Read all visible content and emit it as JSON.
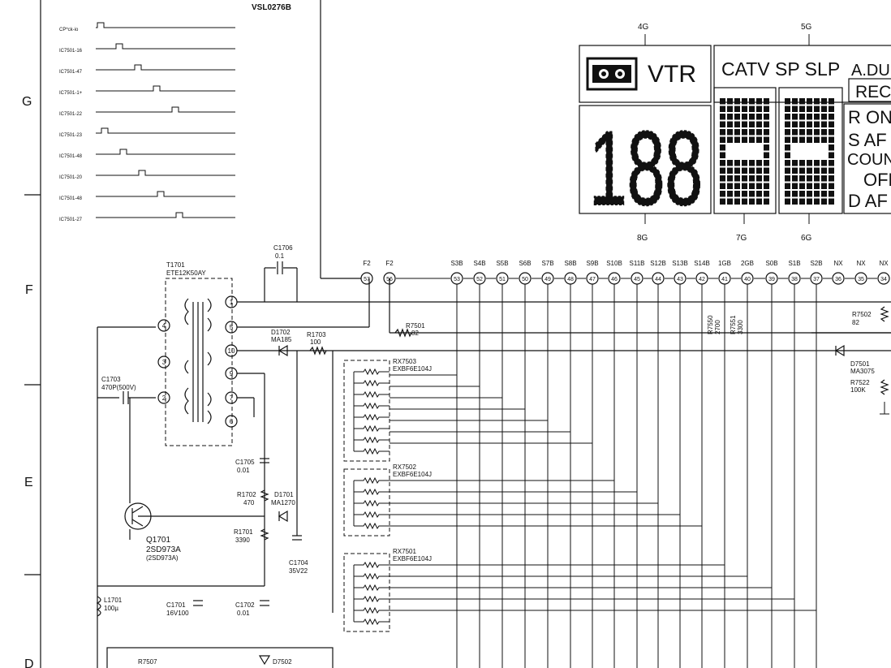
{
  "drawing_id": "VSL0276B",
  "row_markers": [
    "G",
    "F",
    "E",
    "D"
  ],
  "waveform_labels": [
    "CP*ck-io",
    "IC7501-16",
    "IC7501-47",
    "IC7501-1+",
    "IC7501-22",
    "IC7501-23",
    "IC7501-48",
    "IC7501-20",
    "IC7501-48",
    "IC7501-27"
  ],
  "fl_display": {
    "grid_top": [
      "4G",
      "5G"
    ],
    "grid_bottom": [
      "8G",
      "7G",
      "6G"
    ],
    "vtr_text": "VTR",
    "mode_text": "CATV SP SLP",
    "dub_text": "A.DUB",
    "rec_text": "REC",
    "digits_text": "188",
    "right_lines": [
      "R ON",
      "S AF",
      "COUNT",
      "OFF",
      "D AF"
    ]
  },
  "connector_pins": [
    {
      "label": "F2",
      "num": "57"
    },
    {
      "label": "F2",
      "num": "56"
    },
    {
      "label": "S3B",
      "num": "53"
    },
    {
      "label": "S4B",
      "num": "52"
    },
    {
      "label": "S5B",
      "num": "51"
    },
    {
      "label": "S6B",
      "num": "50"
    },
    {
      "label": "S7B",
      "num": "49"
    },
    {
      "label": "S8B",
      "num": "48"
    },
    {
      "label": "S9B",
      "num": "47"
    },
    {
      "label": "S10B",
      "num": "46"
    },
    {
      "label": "S11B",
      "num": "45"
    },
    {
      "label": "S12B",
      "num": "44"
    },
    {
      "label": "S13B",
      "num": "43"
    },
    {
      "label": "S14B",
      "num": "42"
    },
    {
      "label": "1GB",
      "num": "41"
    },
    {
      "label": "2GB",
      "num": "40"
    },
    {
      "label": "S0B",
      "num": "39"
    },
    {
      "label": "S1B",
      "num": "38"
    },
    {
      "label": "S2B",
      "num": "37"
    },
    {
      "label": "NX",
      "num": "36"
    },
    {
      "label": "NX",
      "num": "35"
    },
    {
      "label": "NX",
      "num": "34"
    }
  ],
  "transformer": {
    "ref": "T1701",
    "part": "ETE12K50AY",
    "pins": [
      "1",
      "5",
      "10",
      "9",
      "7",
      "6",
      "4",
      "3",
      "2"
    ]
  },
  "components": {
    "c1706": "C1706",
    "c1706_val": "0.1",
    "c1703": "C1703",
    "c1703_val": "470P(500V)",
    "d1702": "D1702",
    "d1702_val": "MA185",
    "r1703": "R1703",
    "r1703_val": "100",
    "r7501": "R7501",
    "r7501_val": "82",
    "r7502": "R7502",
    "r7502_val": "82",
    "r7550": "R7550",
    "r7550_val": "2700",
    "r7551": "R7551",
    "r7551_val": "3300",
    "d7501": "D7501",
    "d7501_val": "MA3075",
    "r7522": "R7522",
    "r7522_val": "100K",
    "rx7503": "RX7503",
    "rx7503_val": "EXBF6E104J",
    "rx7502": "RX7502",
    "rx7502_val": "EXBF6E104J",
    "rx7501": "RX7501",
    "rx7501_val": "EXBF6E104J",
    "c1705": "C1705",
    "c1705_val": "0.01",
    "r1702": "R1702",
    "r1702_val": "470",
    "d1701": "D1701",
    "d1701_val": "MA1270",
    "r1701": "R1701",
    "r1701_val": "3390",
    "c1704": "C1704",
    "c1704_val": "35V22",
    "q1701": "Q1701",
    "q1701_val": "2SD973A",
    "q1701_sub": "(2SD973A)",
    "l1701": "L1701",
    "l1701_val": "100µ",
    "c1701": "C1701",
    "c1701_val": "16V100",
    "c1702": "C1702",
    "c1702_val": "0.01",
    "r7507": "R7507",
    "d7502": "D7502"
  }
}
